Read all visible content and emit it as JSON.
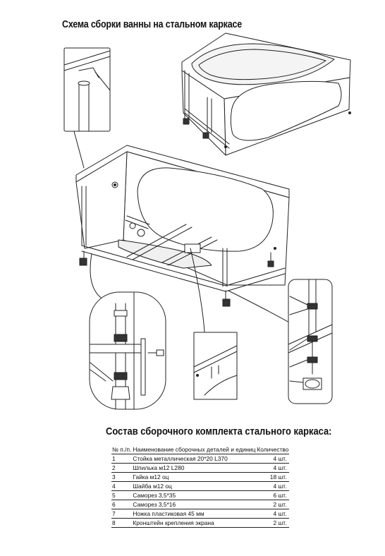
{
  "title": "Схема сборки ванны на стальном каркасе",
  "subtitle": "Состав сборочного комплекта стального каркаса:",
  "table": {
    "headers": [
      "№ п./п.",
      "Наименование сборочных деталей и единиц",
      "Количество"
    ],
    "rows": [
      {
        "num": "1",
        "name": "Стойка металлическая 20*20 L370",
        "qty": "4 шт."
      },
      {
        "num": "2",
        "name": "Шпилька м12 L280",
        "qty": "4 шт."
      },
      {
        "num": "3",
        "name": "Гайка м12 оц",
        "qty": "18 шт."
      },
      {
        "num": "4",
        "name": "Шайба м12 оц",
        "qty": "4 шт."
      },
      {
        "num": "5",
        "name": "Саморез 3,5*35",
        "qty": "6 шт."
      },
      {
        "num": "6",
        "name": "Саморез 3,5*16",
        "qty": "2 шт."
      },
      {
        "num": "7",
        "name": "Ножка пластиковая 45 мм",
        "qty": "4 шт."
      },
      {
        "num": "8",
        "name": "Кронштейн крепления экрана",
        "qty": "2 шт."
      }
    ]
  },
  "colors": {
    "line": "#222222",
    "fill": "#ffffff",
    "shade": "#e6e6e6",
    "dark": "#333333"
  }
}
